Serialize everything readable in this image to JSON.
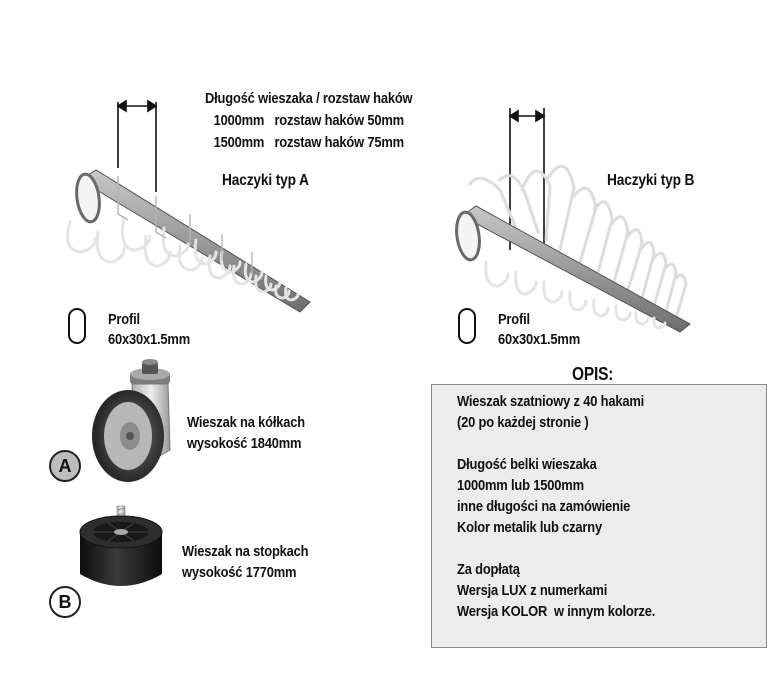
{
  "header": {
    "line1": "Długość wieszaka / rozstaw haków",
    "line2": "1000mm   rozstaw haków 50mm",
    "line3": "1500mm   rozstaw haków 75mm"
  },
  "hook_types": {
    "a": "Haczyki typ A",
    "b": "Haczyki typ B"
  },
  "profile": {
    "label": "Profil",
    "dims": "60x30x1.5mm"
  },
  "options": {
    "a": {
      "badge": "A",
      "line1": "Wieszak na kółkach",
      "line2": "wysokość 1840mm"
    },
    "b": {
      "badge": "B",
      "line1": "Wieszak na stopkach",
      "line2": "wysokość 1770mm"
    }
  },
  "description": {
    "title": "OPIS:",
    "lines": [
      "Wieszak szatniowy z 40 hakami",
      "(20 po każdej stronie )",
      "",
      "Długość belki wieszaka",
      "1000mm lub 1500mm",
      "inne długości na zamówienie",
      "Kolor metalik lub czarny",
      "",
      "Za dopłatą",
      "Wersja LUX z numerkami",
      "Wersja KOLOR  w innym kolorze."
    ]
  },
  "colors": {
    "beam": "#9a9a9a",
    "hook": "#e6e6e6",
    "box_bg": "#ececec"
  }
}
